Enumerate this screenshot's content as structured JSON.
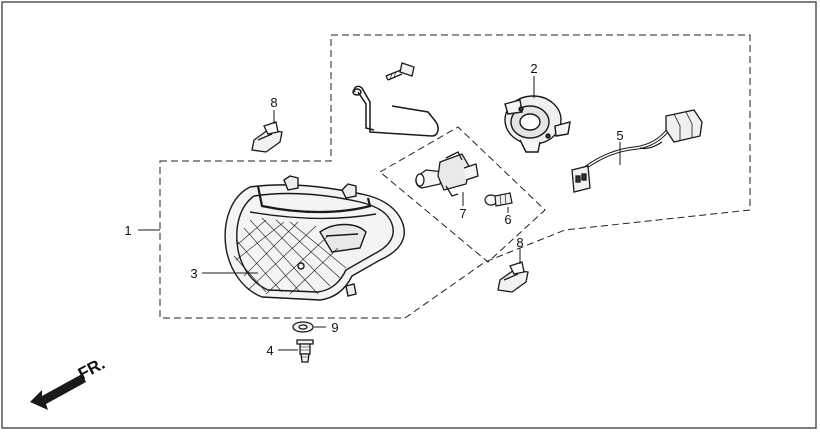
{
  "diagram": {
    "direction_label": "FR.",
    "parts": [
      {
        "id": "p1",
        "label": "1"
      },
      {
        "id": "p2",
        "label": "2"
      },
      {
        "id": "p3",
        "label": "3"
      },
      {
        "id": "p4",
        "label": "4"
      },
      {
        "id": "p5",
        "label": "5"
      },
      {
        "id": "p6",
        "label": "6"
      },
      {
        "id": "p7",
        "label": "7"
      },
      {
        "id": "p8a",
        "label": "8"
      },
      {
        "id": "p8b",
        "label": "8"
      },
      {
        "id": "p9",
        "label": "9"
      }
    ]
  },
  "colors": {
    "line": "#1a1a1a",
    "frame": "#444444"
  }
}
